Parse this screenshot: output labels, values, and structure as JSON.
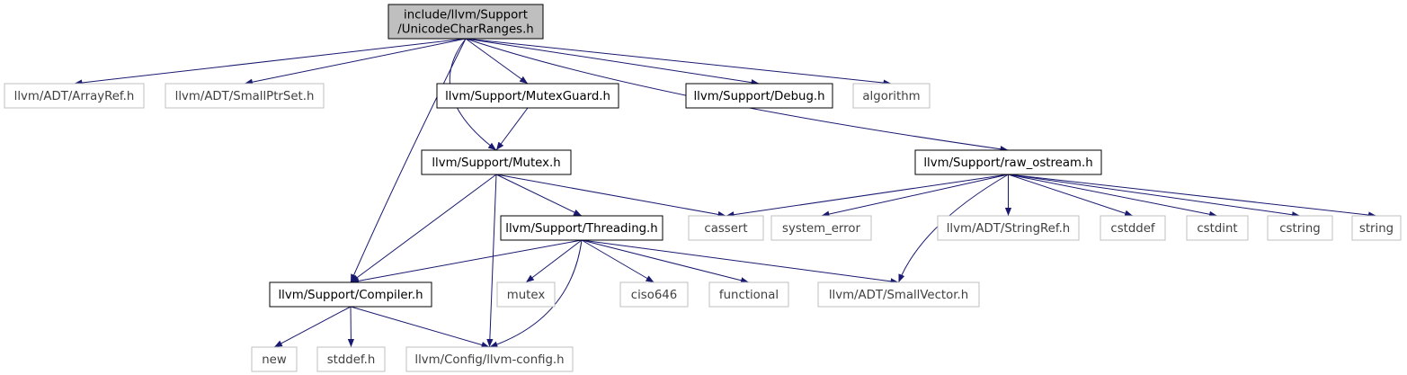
{
  "colors": {
    "edge": "#191970",
    "node_border_documented": "#000000",
    "node_border_external": "#bfbfbf",
    "node_fill_root": "#bfbfbf",
    "node_fill": "#ffffff",
    "text_documented": "#000000",
    "text_external": "#404040"
  },
  "nodes": [
    {
      "id": "root",
      "lines": [
        "include/llvm/Support",
        "/UnicodeCharRanges.h"
      ],
      "kind": "root"
    },
    {
      "id": "arrayref",
      "lines": [
        "llvm/ADT/ArrayRef.h"
      ],
      "kind": "external"
    },
    {
      "id": "smallptrset",
      "lines": [
        "llvm/ADT/SmallPtrSet.h"
      ],
      "kind": "external"
    },
    {
      "id": "mutexguard",
      "lines": [
        "llvm/Support/MutexGuard.h"
      ],
      "kind": "documented"
    },
    {
      "id": "debug",
      "lines": [
        "llvm/Support/Debug.h"
      ],
      "kind": "documented"
    },
    {
      "id": "algorithm",
      "lines": [
        "algorithm"
      ],
      "kind": "external"
    },
    {
      "id": "mutex_h",
      "lines": [
        "llvm/Support/Mutex.h"
      ],
      "kind": "documented"
    },
    {
      "id": "raw_ostream",
      "lines": [
        "llvm/Support/raw_ostream.h"
      ],
      "kind": "documented"
    },
    {
      "id": "threading",
      "lines": [
        "llvm/Support/Threading.h"
      ],
      "kind": "documented"
    },
    {
      "id": "cassert",
      "lines": [
        "cassert"
      ],
      "kind": "external"
    },
    {
      "id": "system_error",
      "lines": [
        "system_error"
      ],
      "kind": "external"
    },
    {
      "id": "stringref",
      "lines": [
        "llvm/ADT/StringRef.h"
      ],
      "kind": "external"
    },
    {
      "id": "cstddef",
      "lines": [
        "cstddef"
      ],
      "kind": "external"
    },
    {
      "id": "cstdint",
      "lines": [
        "cstdint"
      ],
      "kind": "external"
    },
    {
      "id": "cstring",
      "lines": [
        "cstring"
      ],
      "kind": "external"
    },
    {
      "id": "string",
      "lines": [
        "string"
      ],
      "kind": "external"
    },
    {
      "id": "compiler",
      "lines": [
        "llvm/Support/Compiler.h"
      ],
      "kind": "documented"
    },
    {
      "id": "mutex",
      "lines": [
        "mutex"
      ],
      "kind": "external"
    },
    {
      "id": "ciso646",
      "lines": [
        "ciso646"
      ],
      "kind": "external"
    },
    {
      "id": "functional",
      "lines": [
        "functional"
      ],
      "kind": "external"
    },
    {
      "id": "smallvector",
      "lines": [
        "llvm/ADT/SmallVector.h"
      ],
      "kind": "external"
    },
    {
      "id": "new",
      "lines": [
        "new"
      ],
      "kind": "external"
    },
    {
      "id": "stddef",
      "lines": [
        "stddef.h"
      ],
      "kind": "external"
    },
    {
      "id": "llvmconfig",
      "lines": [
        "llvm/Config/llvm-config.h"
      ],
      "kind": "external"
    }
  ],
  "edges": [
    [
      "root",
      "arrayref"
    ],
    [
      "root",
      "smallptrset"
    ],
    [
      "root",
      "mutexguard"
    ],
    [
      "root",
      "debug"
    ],
    [
      "root",
      "algorithm"
    ],
    [
      "root",
      "mutex_h"
    ],
    [
      "root",
      "compiler"
    ],
    [
      "root",
      "raw_ostream"
    ],
    [
      "mutexguard",
      "mutex_h"
    ],
    [
      "mutex_h",
      "compiler"
    ],
    [
      "mutex_h",
      "llvmconfig"
    ],
    [
      "mutex_h",
      "threading"
    ],
    [
      "mutex_h",
      "cassert"
    ],
    [
      "raw_ostream",
      "cassert"
    ],
    [
      "raw_ostream",
      "system_error"
    ],
    [
      "raw_ostream",
      "stringref"
    ],
    [
      "raw_ostream",
      "cstddef"
    ],
    [
      "raw_ostream",
      "cstdint"
    ],
    [
      "raw_ostream",
      "cstring"
    ],
    [
      "raw_ostream",
      "string"
    ],
    [
      "raw_ostream",
      "smallvector"
    ],
    [
      "threading",
      "compiler"
    ],
    [
      "threading",
      "mutex"
    ],
    [
      "threading",
      "ciso646"
    ],
    [
      "threading",
      "functional"
    ],
    [
      "threading",
      "smallvector"
    ],
    [
      "threading",
      "llvmconfig"
    ],
    [
      "compiler",
      "new"
    ],
    [
      "compiler",
      "stddef"
    ],
    [
      "compiler",
      "llvmconfig"
    ]
  ]
}
